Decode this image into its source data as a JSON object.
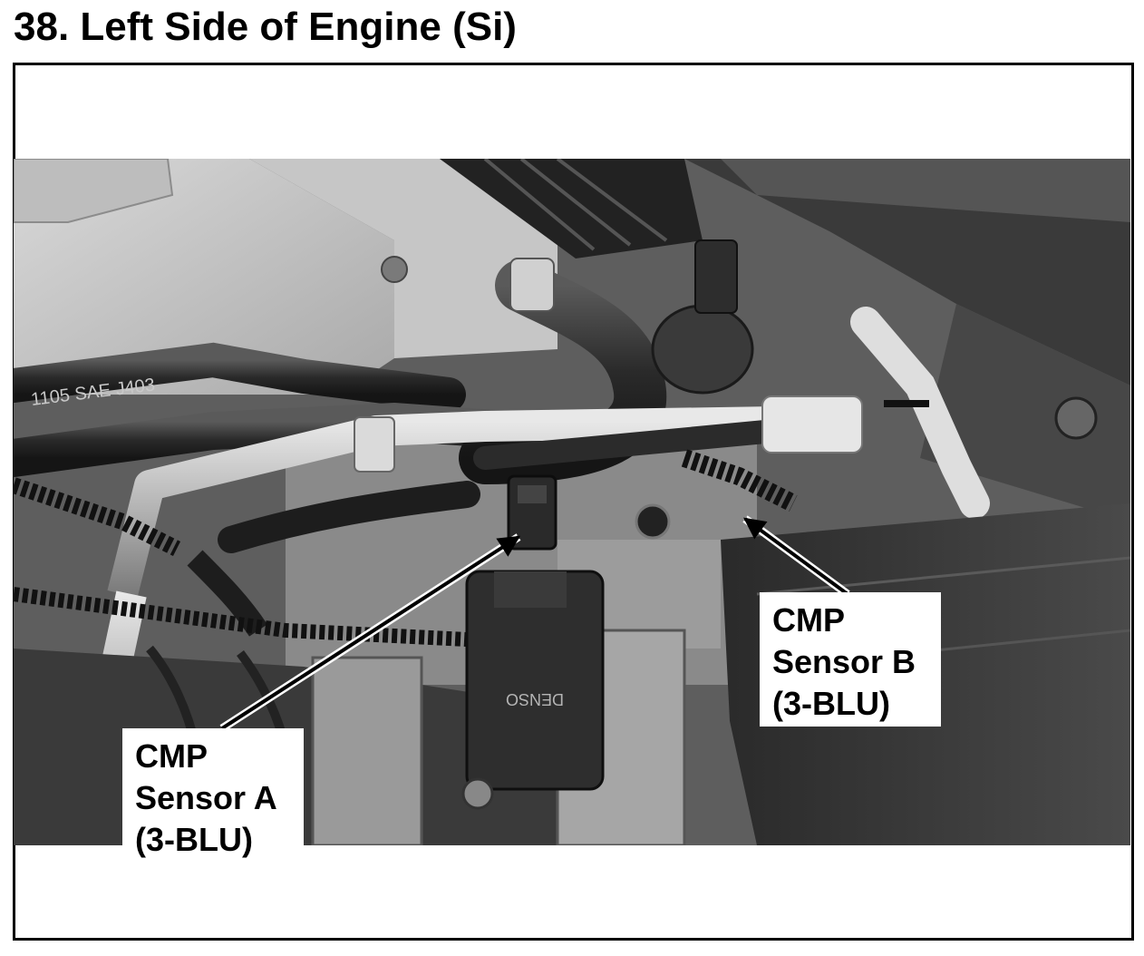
{
  "page": {
    "title": "38. Left Side of Engine (Si)"
  },
  "figure": {
    "photo_icon": "engine-bay-photo",
    "callouts": [
      {
        "id": "sensor-a",
        "lines": [
          "CMP",
          "Sensor A",
          "(3-BLU)"
        ]
      },
      {
        "id": "sensor-b",
        "lines": [
          "CMP",
          "Sensor B",
          "(3-BLU)"
        ]
      }
    ],
    "photo_text": {
      "hose_marking": "1105 SAE J403",
      "maf_brand": "DENSO"
    }
  },
  "colors": {
    "text": "#000000",
    "frame": "#000000",
    "label_background": "#ffffff"
  }
}
